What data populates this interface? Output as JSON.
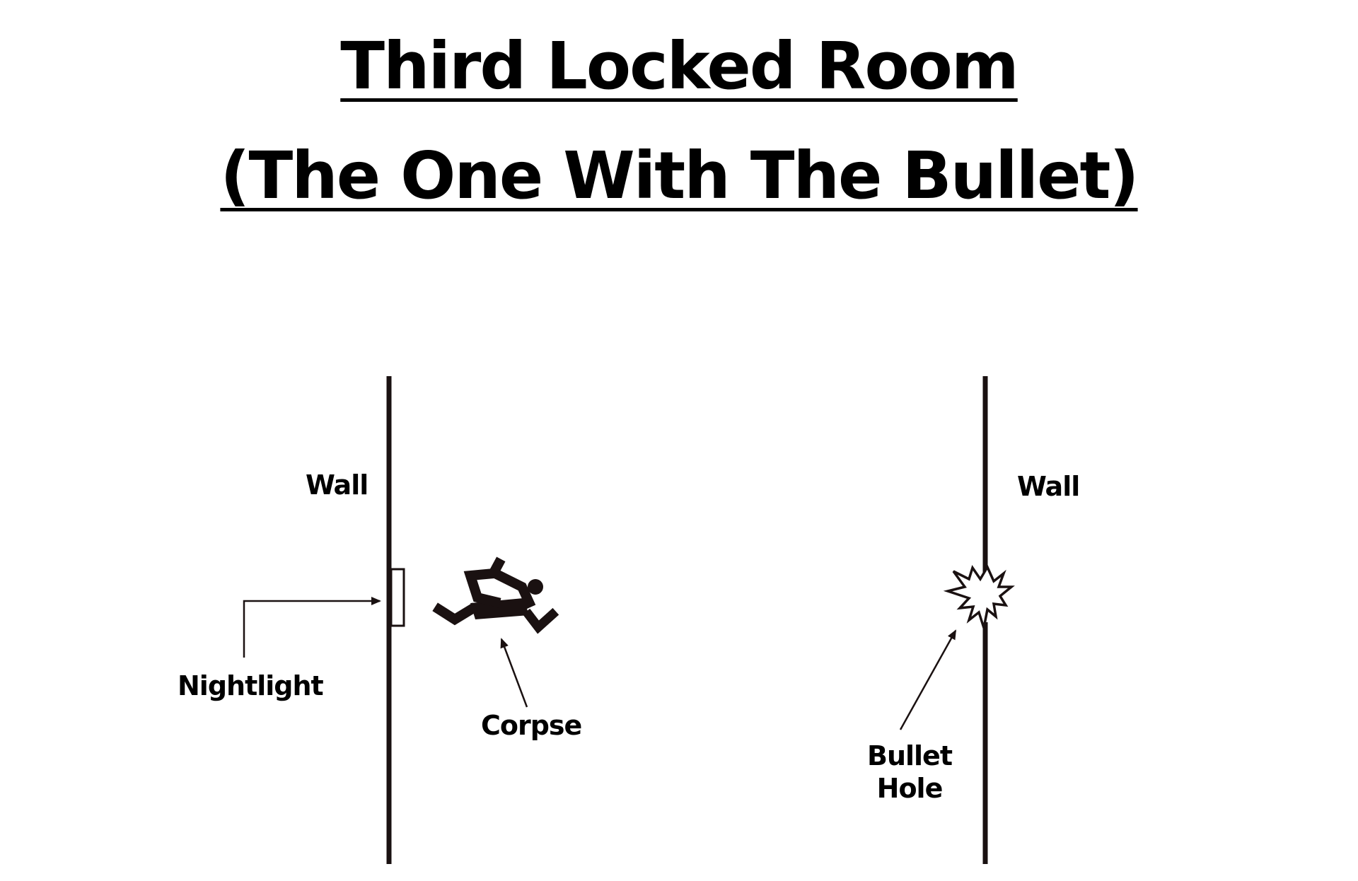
{
  "title": {
    "line1": "Third Locked Room",
    "line2": "(The One With The Bullet)"
  },
  "labels": {
    "left_wall": "Wall",
    "right_wall": "Wall",
    "nightlight": "Nightlight",
    "corpse": "Corpse",
    "bullet_hole_line1": "Bullet",
    "bullet_hole_line2": "Hole"
  },
  "icons": {
    "corpse": "fallen-figure-icon",
    "bullet_hole": "starburst-icon"
  },
  "colors": {
    "ink": "#1a1111",
    "background": "#ffffff"
  }
}
